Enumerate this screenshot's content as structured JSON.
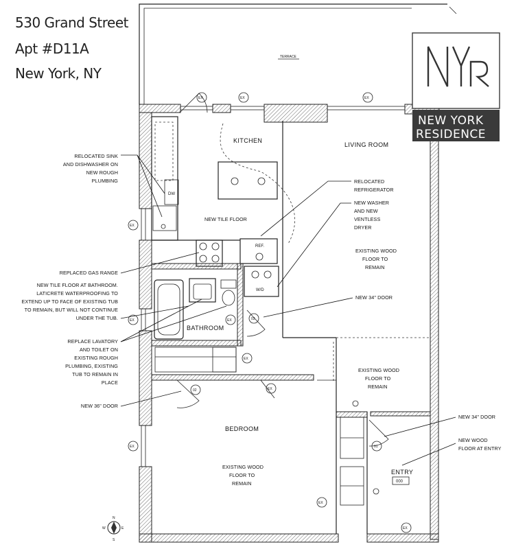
{
  "address": {
    "line1": "530 Grand Street",
    "line2": "Apt #D11A",
    "line3": "New York, NY"
  },
  "logo": {
    "monogram": "NYR",
    "line1": "NEW YORK",
    "line2": "RESIDENCE",
    "color": "#3a3a3a"
  },
  "rooms": {
    "terrace": "TERRACE",
    "kitchen": "KITCHEN",
    "living": "LIVING ROOM",
    "bathroom": "BATHROOM",
    "bedroom": "BEDROOM",
    "entry": "ENTRY",
    "entry_code": "000"
  },
  "fixtures": {
    "dw": "DW",
    "ref": "REF.",
    "wd": "W/D",
    "ex": "EX"
  },
  "doors": {
    "d01": "01",
    "d02": "02",
    "d03": "03"
  },
  "notes": {
    "relocated_sink": [
      "RELOCATED SINK",
      "AND DISHWASHER ON",
      "NEW ROUGH",
      "PLUMBING"
    ],
    "new_tile_kitchen": "NEW TILE FLOOR",
    "replaced_gas_range": "REPLACED GAS RANGE",
    "bath_tile": [
      "NEW TILE FLOOR AT BATHROOM.",
      "LATICRETE WATERPROOFING TO",
      "EXTEND UP TO FACE OF EXISTING TUB",
      "TO REMAIN, BUT WILL NOT CONTINUE",
      "UNDER THE TUB."
    ],
    "replace_lavatory": [
      "REPLACE LAVATORY",
      "AND TOILET ON",
      "EXISTING ROUGH",
      "PLUMBING, EXISTING",
      "TUB TO REMAIN IN",
      "PLACE"
    ],
    "new_36_door": "NEW 36\" DOOR",
    "relocated_refrigerator": [
      "RELOCATED",
      "REFRIGERATOR"
    ],
    "new_washer": [
      "NEW WASHER",
      "AND NEW",
      "VENTLESS",
      "DRYER"
    ],
    "existing_wood_living": [
      "EXISTING WOOD",
      "FLOOR TO",
      "REMAIN"
    ],
    "new_34_door_living": "NEW 34\" DOOR",
    "existing_wood_hall": [
      "EXISTING WOOD",
      "FLOOR TO",
      "REMAIN"
    ],
    "new_34_door_entry": "NEW 34\" DOOR",
    "new_wood_entry": [
      "NEW WOOD",
      "FLOOR AT ENTRY"
    ],
    "existing_wood_bedroom": [
      "EXISTING WOOD",
      "FLOOR TO",
      "REMAIN"
    ]
  },
  "compass": {
    "n": "N",
    "s": "S",
    "e": "E",
    "w": "W"
  }
}
